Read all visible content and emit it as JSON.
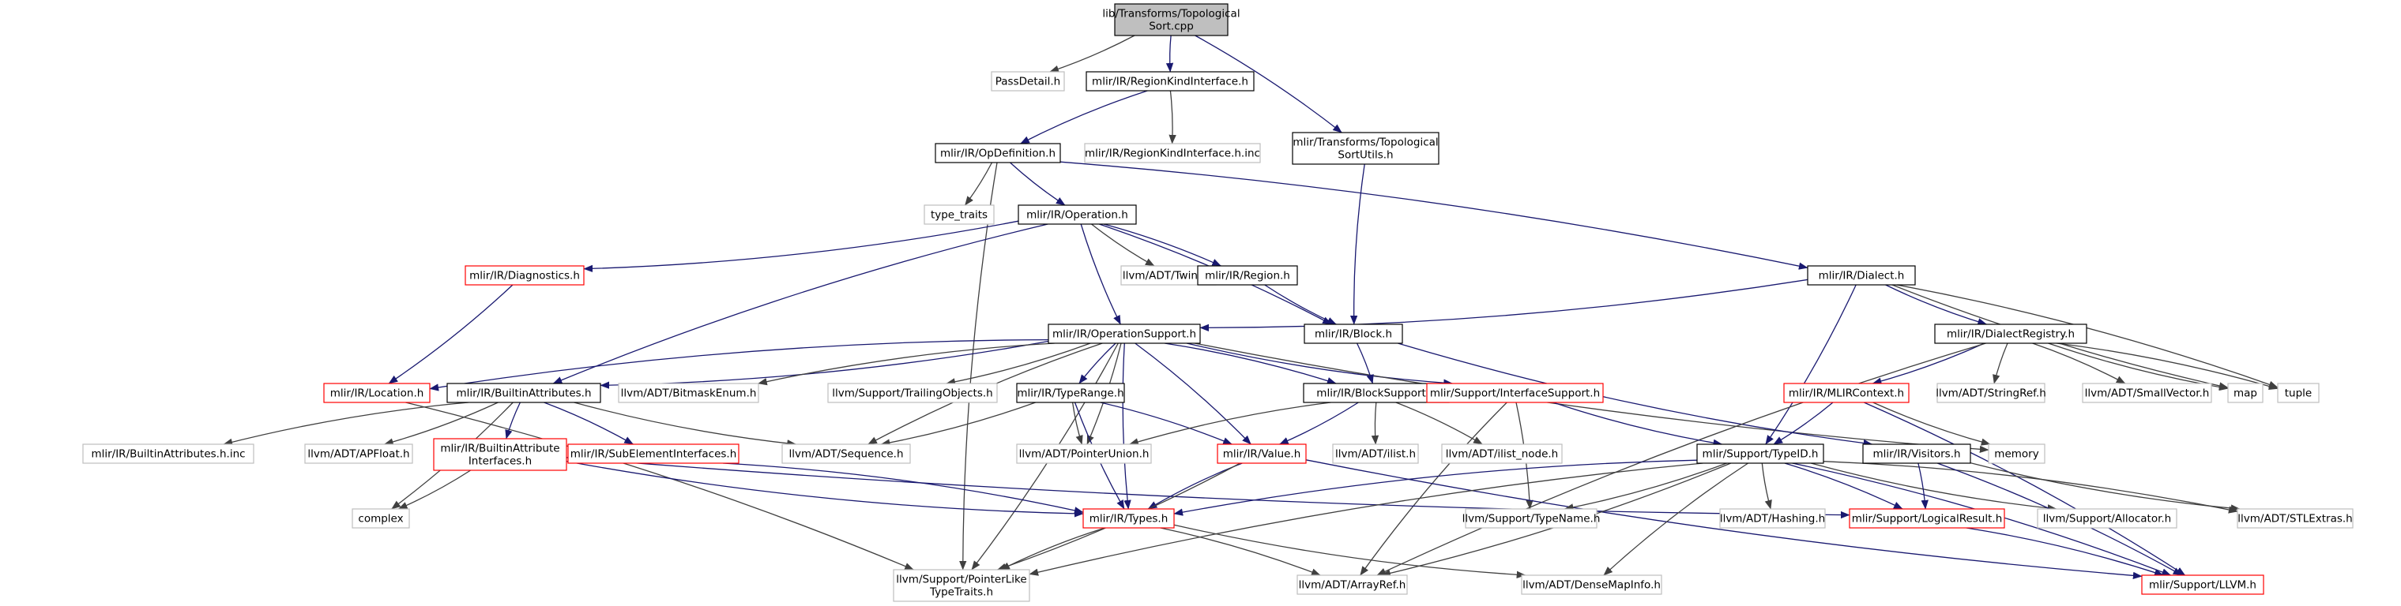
{
  "colors": {
    "root_fill": "#bfbfbf",
    "documented_border": "#000000",
    "truncated_border": "#ff0000",
    "undocumented_border": "#bfbfbf",
    "undocumented_text": "#8c8c8c",
    "edge_main": "#191970",
    "edge_secondary": "#404040"
  },
  "nodes": [
    {
      "id": "root",
      "lines": [
        "lib/Transforms/Topological",
        "Sort.cpp"
      ],
      "kind": "root"
    },
    {
      "id": "passdetail",
      "lines": [
        "PassDetail.h"
      ],
      "kind": "undocumented"
    },
    {
      "id": "regionkind",
      "lines": [
        "mlir/IR/RegionKindInterface.h"
      ],
      "kind": "documented"
    },
    {
      "id": "topoutils",
      "lines": [
        "mlir/Transforms/Topological",
        "SortUtils.h"
      ],
      "kind": "documented"
    },
    {
      "id": "opdef",
      "lines": [
        "mlir/IR/OpDefinition.h"
      ],
      "kind": "documented"
    },
    {
      "id": "regionkindinc",
      "lines": [
        "mlir/IR/RegionKindInterface.h.inc"
      ],
      "kind": "undocumented"
    },
    {
      "id": "typetraits",
      "lines": [
        "type_traits"
      ],
      "kind": "undocumented"
    },
    {
      "id": "operation",
      "lines": [
        "mlir/IR/Operation.h"
      ],
      "kind": "documented"
    },
    {
      "id": "dialect",
      "lines": [
        "mlir/IR/Dialect.h"
      ],
      "kind": "documented"
    },
    {
      "id": "diagnostics",
      "lines": [
        "mlir/IR/Diagnostics.h"
      ],
      "kind": "truncated"
    },
    {
      "id": "twine",
      "lines": [
        "llvm/ADT/Twine.h"
      ],
      "kind": "undocumented"
    },
    {
      "id": "region",
      "lines": [
        "mlir/IR/Region.h"
      ],
      "kind": "documented"
    },
    {
      "id": "opsupport",
      "lines": [
        "mlir/IR/OperationSupport.h"
      ],
      "kind": "documented"
    },
    {
      "id": "block",
      "lines": [
        "mlir/IR/Block.h"
      ],
      "kind": "documented"
    },
    {
      "id": "dialectreg",
      "lines": [
        "mlir/IR/DialectRegistry.h"
      ],
      "kind": "documented"
    },
    {
      "id": "location",
      "lines": [
        "mlir/IR/Location.h"
      ],
      "kind": "truncated"
    },
    {
      "id": "builtinattr",
      "lines": [
        "mlir/IR/BuiltinAttributes.h"
      ],
      "kind": "documented"
    },
    {
      "id": "bitmask",
      "lines": [
        "llvm/ADT/BitmaskEnum.h"
      ],
      "kind": "undocumented"
    },
    {
      "id": "trailing",
      "lines": [
        "llvm/Support/TrailingObjects.h"
      ],
      "kind": "undocumented"
    },
    {
      "id": "typerange",
      "lines": [
        "mlir/IR/TypeRange.h"
      ],
      "kind": "documented"
    },
    {
      "id": "blocksupport",
      "lines": [
        "mlir/IR/BlockSupport.h"
      ],
      "kind": "documented"
    },
    {
      "id": "ifacesupport",
      "lines": [
        "mlir/Support/InterfaceSupport.h"
      ],
      "kind": "truncated"
    },
    {
      "id": "mlircontext",
      "lines": [
        "mlir/IR/MLIRContext.h"
      ],
      "kind": "truncated"
    },
    {
      "id": "stringref",
      "lines": [
        "llvm/ADT/StringRef.h"
      ],
      "kind": "undocumented"
    },
    {
      "id": "smallvector",
      "lines": [
        "llvm/ADT/SmallVector.h"
      ],
      "kind": "undocumented"
    },
    {
      "id": "map",
      "lines": [
        "map"
      ],
      "kind": "undocumented"
    },
    {
      "id": "tuple",
      "lines": [
        "tuple"
      ],
      "kind": "undocumented"
    },
    {
      "id": "builtinattrinc",
      "lines": [
        "mlir/IR/BuiltinAttributes.h.inc"
      ],
      "kind": "undocumented"
    },
    {
      "id": "apfloat",
      "lines": [
        "llvm/ADT/APFloat.h"
      ],
      "kind": "undocumented"
    },
    {
      "id": "builtinattriface",
      "lines": [
        "mlir/IR/BuiltinAttribute",
        "Interfaces.h"
      ],
      "kind": "truncated"
    },
    {
      "id": "subelem",
      "lines": [
        "mlir/IR/SubElementInterfaces.h"
      ],
      "kind": "truncated"
    },
    {
      "id": "sequence",
      "lines": [
        "llvm/ADT/Sequence.h"
      ],
      "kind": "undocumented"
    },
    {
      "id": "pointerunion",
      "lines": [
        "llvm/ADT/PointerUnion.h"
      ],
      "kind": "undocumented"
    },
    {
      "id": "value",
      "lines": [
        "mlir/IR/Value.h"
      ],
      "kind": "truncated"
    },
    {
      "id": "ilist",
      "lines": [
        "llvm/ADT/ilist.h"
      ],
      "kind": "undocumented"
    },
    {
      "id": "ilistnode",
      "lines": [
        "llvm/ADT/ilist_node.h"
      ],
      "kind": "undocumented"
    },
    {
      "id": "typeid",
      "lines": [
        "mlir/Support/TypeID.h"
      ],
      "kind": "documented"
    },
    {
      "id": "visitors",
      "lines": [
        "mlir/IR/Visitors.h"
      ],
      "kind": "documented"
    },
    {
      "id": "memory",
      "lines": [
        "memory"
      ],
      "kind": "undocumented"
    },
    {
      "id": "complex",
      "lines": [
        "complex"
      ],
      "kind": "undocumented"
    },
    {
      "id": "types",
      "lines": [
        "mlir/IR/Types.h"
      ],
      "kind": "truncated"
    },
    {
      "id": "typename",
      "lines": [
        "llvm/Support/TypeName.h"
      ],
      "kind": "undocumented"
    },
    {
      "id": "hashing",
      "lines": [
        "llvm/ADT/Hashing.h"
      ],
      "kind": "undocumented"
    },
    {
      "id": "logicalresult",
      "lines": [
        "mlir/Support/LogicalResult.h"
      ],
      "kind": "truncated"
    },
    {
      "id": "allocator",
      "lines": [
        "llvm/Support/Allocator.h"
      ],
      "kind": "undocumented"
    },
    {
      "id": "stlextras",
      "lines": [
        "llvm/ADT/STLExtras.h"
      ],
      "kind": "undocumented"
    },
    {
      "id": "pointerlike",
      "lines": [
        "llvm/Support/PointerLike",
        "TypeTraits.h"
      ],
      "kind": "undocumented"
    },
    {
      "id": "arrayref",
      "lines": [
        "llvm/ADT/ArrayRef.h"
      ],
      "kind": "undocumented"
    },
    {
      "id": "densemapinfo",
      "lines": [
        "llvm/ADT/DenseMapInfo.h"
      ],
      "kind": "undocumented"
    },
    {
      "id": "llvmh",
      "lines": [
        "mlir/Support/LLVM.h"
      ],
      "kind": "truncated"
    }
  ],
  "edges": [
    [
      "root",
      "passdetail"
    ],
    [
      "root",
      "regionkind"
    ],
    [
      "root",
      "topoutils"
    ],
    [
      "regionkind",
      "opdef"
    ],
    [
      "regionkind",
      "regionkindinc"
    ],
    [
      "topoutils",
      "block"
    ],
    [
      "opdef",
      "typetraits"
    ],
    [
      "opdef",
      "operation"
    ],
    [
      "opdef",
      "dialect"
    ],
    [
      "opdef",
      "pointerlike"
    ],
    [
      "operation",
      "diagnostics"
    ],
    [
      "operation",
      "twine"
    ],
    [
      "operation",
      "region"
    ],
    [
      "operation",
      "opsupport"
    ],
    [
      "operation",
      "block"
    ],
    [
      "operation",
      "builtinattr"
    ],
    [
      "diagnostics",
      "location"
    ],
    [
      "region",
      "block"
    ],
    [
      "dialect",
      "opsupport"
    ],
    [
      "dialect",
      "dialectreg"
    ],
    [
      "dialect",
      "typeid"
    ],
    [
      "dialect",
      "map"
    ],
    [
      "dialect",
      "tuple"
    ],
    [
      "opsupport",
      "location"
    ],
    [
      "opsupport",
      "builtinattr"
    ],
    [
      "opsupport",
      "bitmask"
    ],
    [
      "opsupport",
      "trailing"
    ],
    [
      "opsupport",
      "typerange"
    ],
    [
      "opsupport",
      "blocksupport"
    ],
    [
      "opsupport",
      "ifacesupport"
    ],
    [
      "opsupport",
      "value"
    ],
    [
      "opsupport",
      "types"
    ],
    [
      "opsupport",
      "pointerunion"
    ],
    [
      "opsupport",
      "memory"
    ],
    [
      "opsupport",
      "pointerlike"
    ],
    [
      "opsupport",
      "sequence"
    ],
    [
      "block",
      "blocksupport"
    ],
    [
      "block",
      "visitors"
    ],
    [
      "dialectreg",
      "mlircontext"
    ],
    [
      "dialectreg",
      "stringref"
    ],
    [
      "dialectreg",
      "smallvector"
    ],
    [
      "dialectreg",
      "map"
    ],
    [
      "dialectreg",
      "tuple"
    ],
    [
      "dialectreg",
      "arrayref"
    ],
    [
      "location",
      "pointerlike"
    ],
    [
      "builtinattr",
      "builtinattrinc"
    ],
    [
      "builtinattr",
      "apfloat"
    ],
    [
      "builtinattr",
      "builtinattriface"
    ],
    [
      "builtinattr",
      "subelem"
    ],
    [
      "builtinattr",
      "sequence"
    ],
    [
      "builtinattr",
      "complex"
    ],
    [
      "typerange",
      "pointerunion"
    ],
    [
      "typerange",
      "value"
    ],
    [
      "typerange",
      "types"
    ],
    [
      "typerange",
      "sequence"
    ],
    [
      "blocksupport",
      "pointerunion"
    ],
    [
      "blocksupport",
      "value"
    ],
    [
      "blocksupport",
      "ilist"
    ],
    [
      "blocksupport",
      "ilistnode"
    ],
    [
      "ifacesupport",
      "typeid"
    ],
    [
      "ifacesupport",
      "typename"
    ],
    [
      "ifacesupport",
      "arrayref"
    ],
    [
      "mlircontext",
      "typeid"
    ],
    [
      "mlircontext",
      "memory"
    ],
    [
      "mlircontext",
      "llvmh"
    ],
    [
      "builtinattriface",
      "types"
    ],
    [
      "builtinattriface",
      "complex"
    ],
    [
      "builtinattriface",
      "logicalresult"
    ],
    [
      "subelem",
      "types"
    ],
    [
      "value",
      "types"
    ],
    [
      "value",
      "pointerlike"
    ],
    [
      "value",
      "llvmh"
    ],
    [
      "typeid",
      "typename"
    ],
    [
      "typeid",
      "hashing"
    ],
    [
      "typeid",
      "logicalresult"
    ],
    [
      "typeid",
      "allocator"
    ],
    [
      "typeid",
      "stlextras"
    ],
    [
      "typeid",
      "pointerlike"
    ],
    [
      "typeid",
      "arrayref"
    ],
    [
      "typeid",
      "densemapinfo"
    ],
    [
      "typeid",
      "llvmh"
    ],
    [
      "typeid",
      "types"
    ],
    [
      "visitors",
      "logicalresult"
    ],
    [
      "visitors",
      "stlextras"
    ],
    [
      "visitors",
      "llvmh"
    ],
    [
      "types",
      "pointerlike"
    ],
    [
      "types",
      "arrayref"
    ],
    [
      "types",
      "densemapinfo"
    ],
    [
      "logicalresult",
      "llvmh"
    ]
  ]
}
